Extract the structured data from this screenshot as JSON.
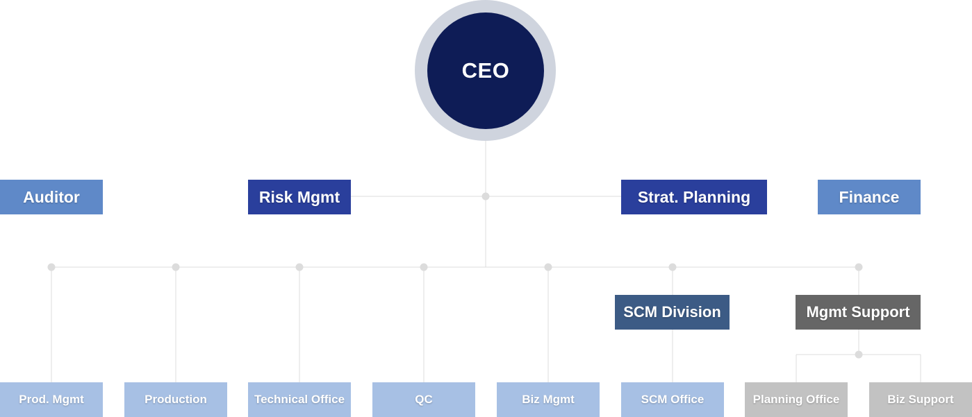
{
  "ceo": {
    "label": "CEO"
  },
  "staff": [
    {
      "label": "Auditor",
      "color": "#5f89c8"
    },
    {
      "label": "Risk Mgmt",
      "color": "#2a3f9c"
    },
    {
      "label": "Strat. Planning",
      "color": "#2a3f9c"
    },
    {
      "label": "Finance",
      "color": "#5f89c8"
    }
  ],
  "divisions": [
    {
      "label": "SCM Division",
      "color": "#3c5b85"
    },
    {
      "label": "Mgmt Support",
      "color": "#666666"
    }
  ],
  "departments": [
    {
      "label": "Prod. Mgmt",
      "color": "#a7c0e4"
    },
    {
      "label": "Production",
      "color": "#a7c0e4"
    },
    {
      "label": "Technical Office",
      "color": "#a7c0e4"
    },
    {
      "label": "QC",
      "color": "#a7c0e4"
    },
    {
      "label": "Biz Mgmt",
      "color": "#a7c0e4"
    },
    {
      "label": "SCM Office",
      "color": "#a7c0e4"
    },
    {
      "label": "Planning Office",
      "color": "#c2c2c2"
    },
    {
      "label": "Biz Support",
      "color": "#c2c2c2"
    }
  ]
}
